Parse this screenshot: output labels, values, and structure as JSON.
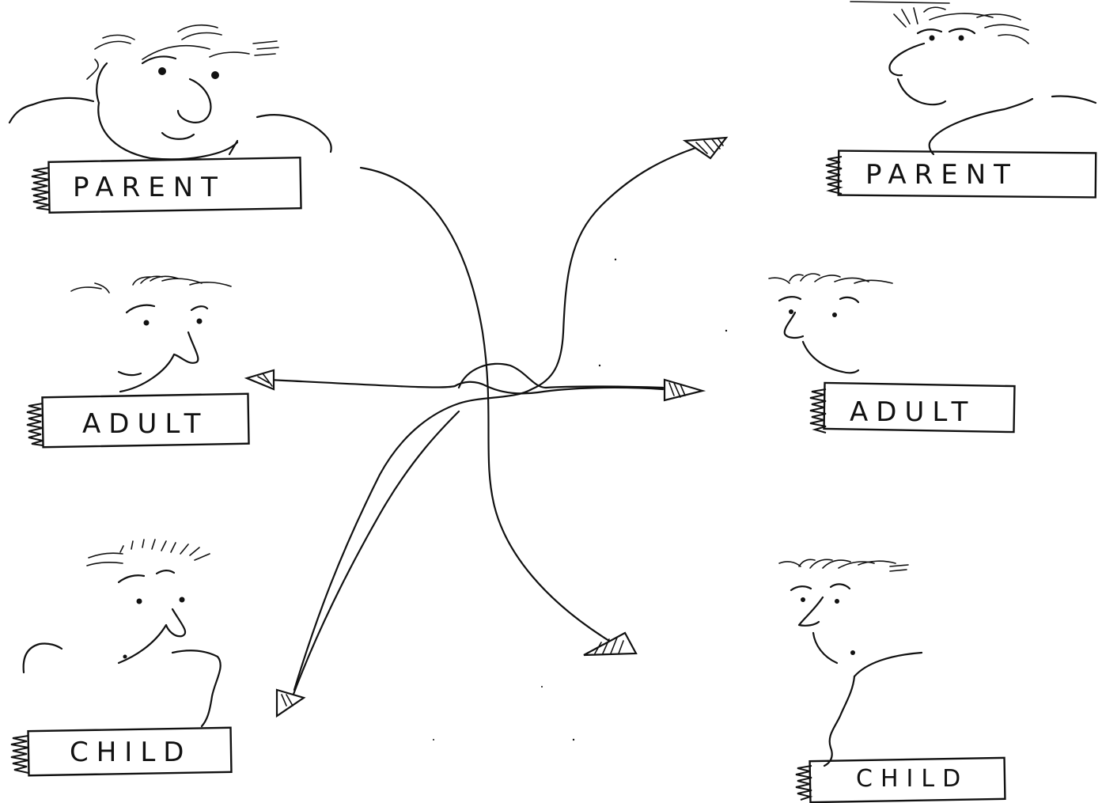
{
  "diagram": {
    "left_column": {
      "parent": {
        "label": "PARENT"
      },
      "adult": {
        "label": "ADULT"
      },
      "child": {
        "label": "CHILD"
      }
    },
    "right_column": {
      "parent": {
        "label": "PARENT"
      },
      "adult": {
        "label": "ADULT"
      },
      "child": {
        "label": "CHILD"
      }
    }
  }
}
